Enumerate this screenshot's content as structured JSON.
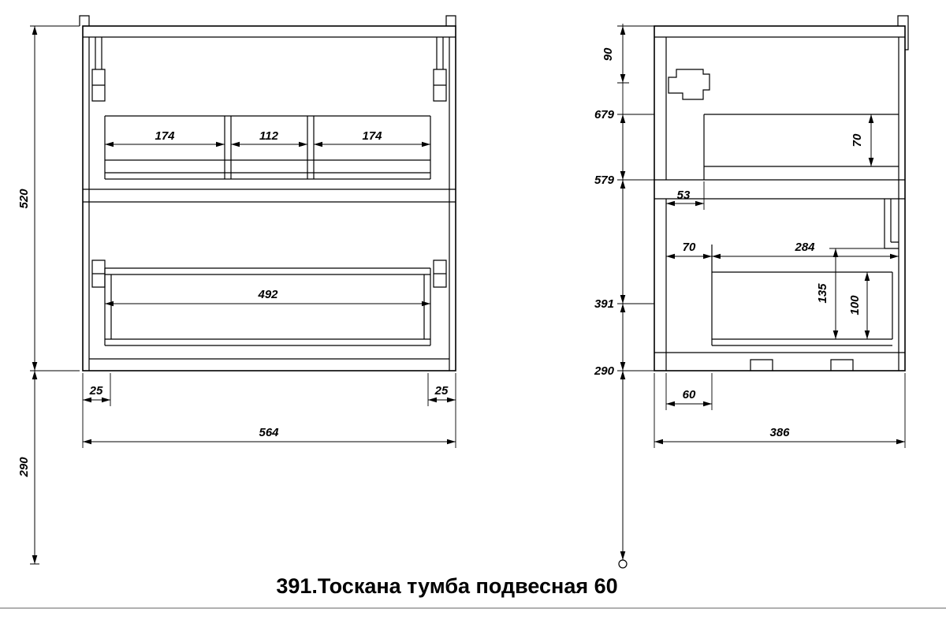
{
  "title": "391.Тоскана тумба подвесная 60",
  "colors": {
    "line": "#000000",
    "background": "#ffffff"
  },
  "front_view": {
    "dims": {
      "height": "520",
      "floor_gap": "290",
      "left_section": "174",
      "middle_gap": "112",
      "right_section": "174",
      "drawer_width": "492",
      "left_edge": "25",
      "right_edge": "25",
      "width": "564"
    }
  },
  "side_view": {
    "dims": {
      "top_to_drain": "90",
      "height_679": "679",
      "height_579": "579",
      "height_391": "391",
      "height_290": "290",
      "front_gap": "53",
      "upper_drawer_height": "70",
      "front_offset": "70",
      "drawer_depth": "284",
      "drawer_side_height": "135",
      "drawer_inner_height": "100",
      "bottom_offset": "60",
      "depth": "386"
    }
  }
}
